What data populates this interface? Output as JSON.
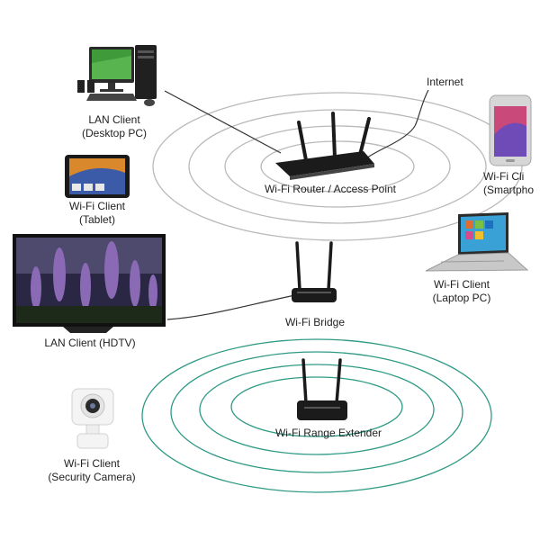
{
  "labels": {
    "internet": "Internet",
    "lan_desktop": [
      "LAN Client",
      "(Desktop PC)"
    ],
    "router": "Wi-Fi Router / Access Point",
    "tablet": [
      "Wi-Fi Client",
      "(Tablet)"
    ],
    "smartphone": [
      "Wi-Fi Cli",
      "(Smartpho"
    ],
    "laptop": [
      "Wi-Fi Client",
      "(Laptop PC)"
    ],
    "hdtv": "LAN Client (HDTV)",
    "bridge": "Wi-Fi Bridge",
    "extender": "Wi-Fi Range Extender",
    "camera": [
      "Wi-Fi Client",
      "(Security Camera)"
    ]
  },
  "colors": {
    "router_rings": "#b9b9b9",
    "extender_rings": "#2e9a84",
    "cable": "#333333",
    "device_dark": "#1b1b1b"
  }
}
